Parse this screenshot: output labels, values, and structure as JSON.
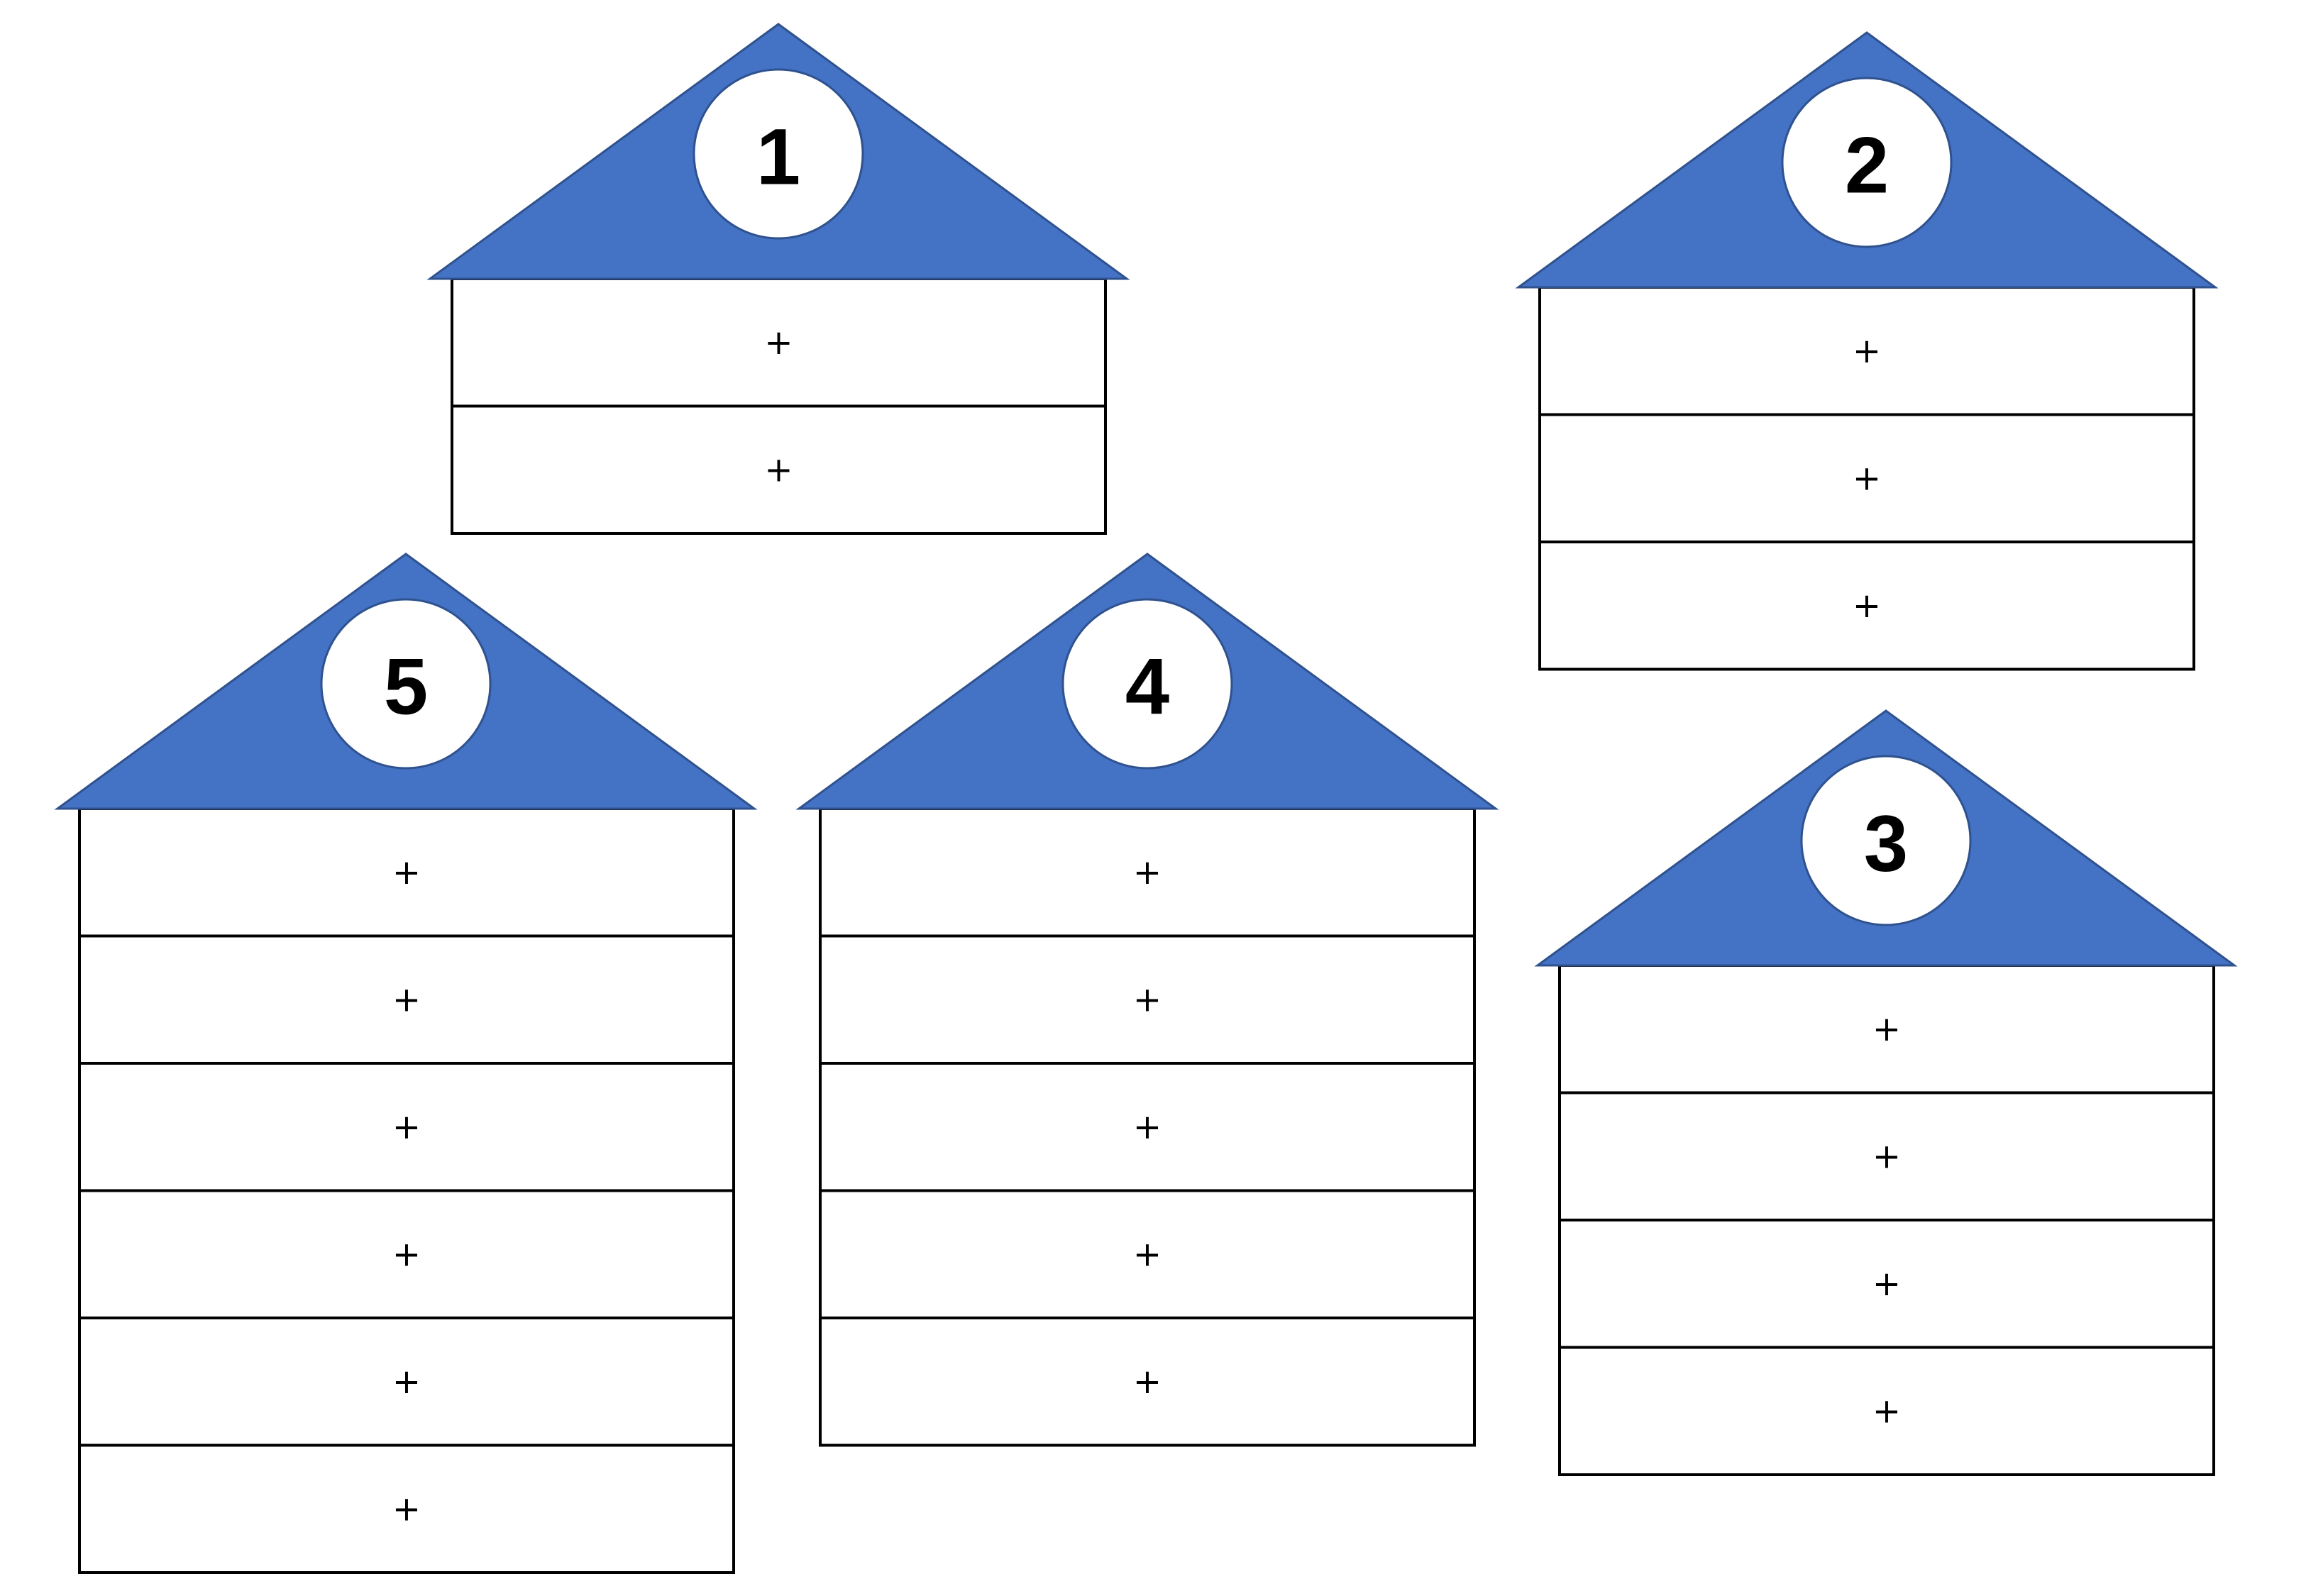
{
  "houses": [
    {
      "number": "1",
      "rows": [
        "+",
        "+"
      ]
    },
    {
      "number": "2",
      "rows": [
        "+",
        "+",
        "+"
      ]
    },
    {
      "number": "5",
      "rows": [
        "+",
        "+",
        "+",
        "+",
        "+",
        "+"
      ]
    },
    {
      "number": "4",
      "rows": [
        "+",
        "+",
        "+",
        "+",
        "+"
      ]
    },
    {
      "number": "3",
      "rows": [
        "+",
        "+",
        "+",
        "+"
      ]
    }
  ],
  "colors": {
    "roof": "#4472C4",
    "roof_outline": "#2F528F",
    "box_outline": "#000000"
  }
}
